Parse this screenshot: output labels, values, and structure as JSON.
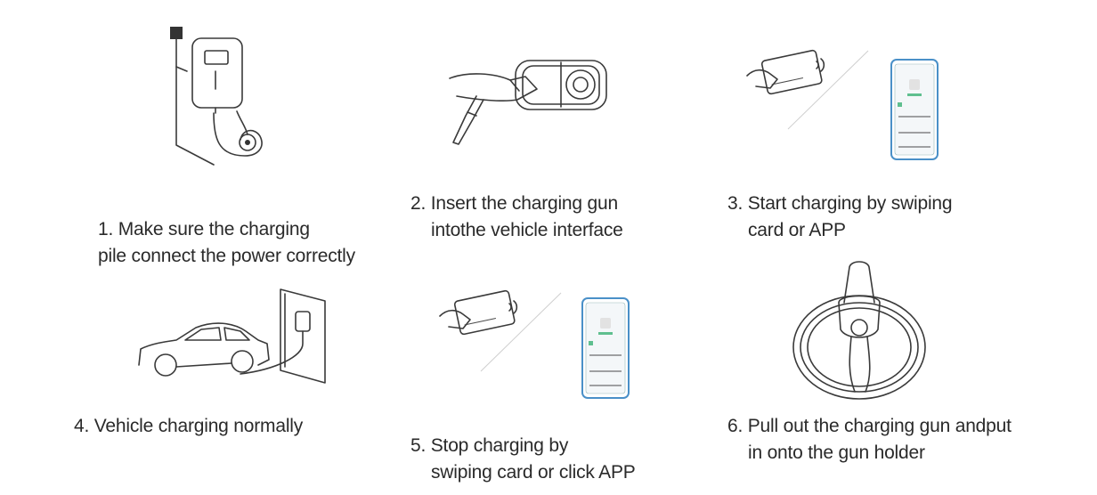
{
  "steps": [
    {
      "line1": "1. Make sure the charging",
      "line2": "pile connect the power correctly"
    },
    {
      "line1": "2. Insert the charging gun",
      "line2": "intothe vehicle interface"
    },
    {
      "line1": "3. Start charging by swiping",
      "line2": "card or APP"
    },
    {
      "line1": "4. Vehicle charging normally",
      "line2": ""
    },
    {
      "line1": "5. Stop charging by",
      "line2": "swiping card or click APP"
    },
    {
      "line1": "6. Pull out the charging gun andput",
      "line2": "in onto the gun holder"
    }
  ],
  "icons": {
    "step1": "wall-charger-icon",
    "step2": "charging-gun-insert-icon",
    "step3": "card-swipe-phone-icon",
    "step4": "car-charging-icon",
    "step5": "card-swipe-phone-icon",
    "step6": "gun-holder-cable-icon"
  },
  "colors": {
    "phone_frame": "#4a90c8",
    "phone_accent": "#5fbf8f",
    "text": "#2a2a2a"
  }
}
